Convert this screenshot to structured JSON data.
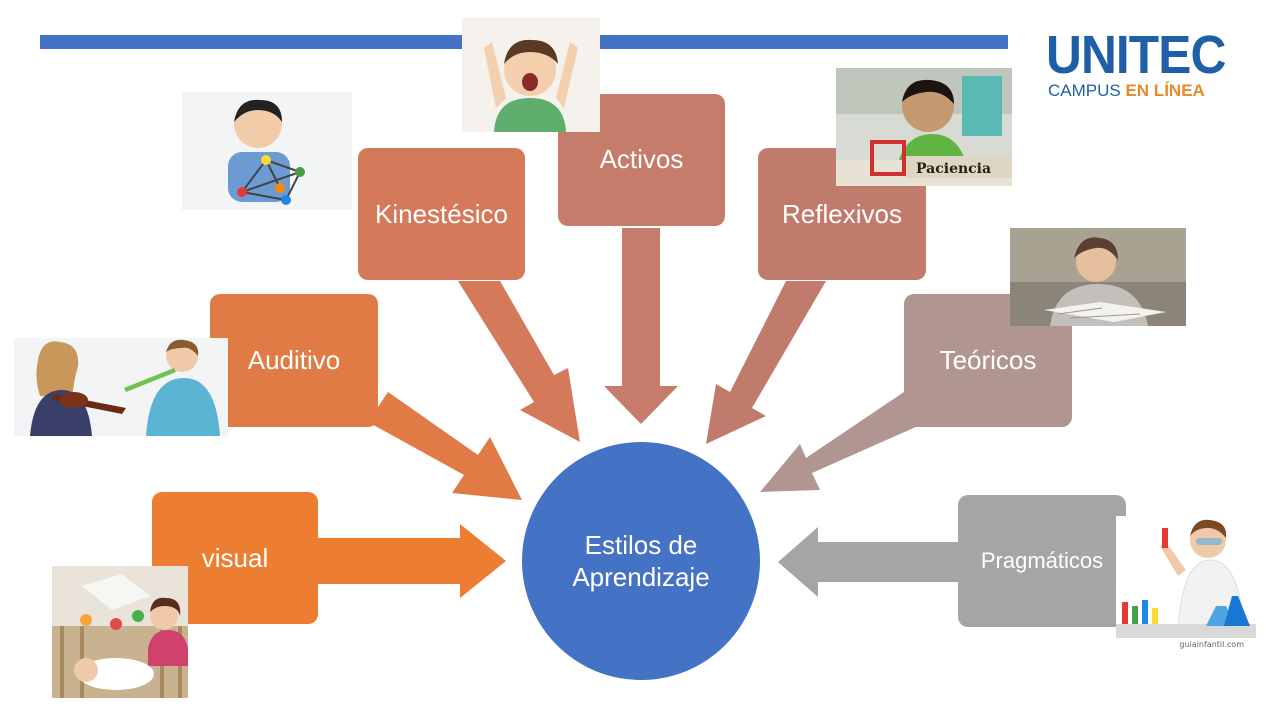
{
  "logo": {
    "brand": "UNITEC",
    "sub_prefix": "CAMPUS ",
    "sub_highlight": "EN LÍNEA"
  },
  "center": {
    "line1": "Estilos de",
    "line2": "Aprendizaje"
  },
  "styles": {
    "visual": "visual",
    "auditivo": "Auditivo",
    "kinestesico": "Kinestésico",
    "activos": "Activos",
    "reflexivos": "Reflexivos",
    "teoricos": "Teóricos",
    "pragmaticos": "Pragmáticos"
  },
  "photo_captions": {
    "reflexivos_sign": "Paciencia",
    "pragmaticos_credit": "guiainfantil.com"
  },
  "colors": {
    "accent_blue": "#4472c4",
    "visual": "#ed7d31",
    "auditivo": "#e07b45",
    "kinestesico": "#d4795a",
    "activos": "#c67c6a",
    "reflexivos": "#c17b6c",
    "teoricos": "#b09591",
    "pragmaticos": "#a5a5a5"
  }
}
